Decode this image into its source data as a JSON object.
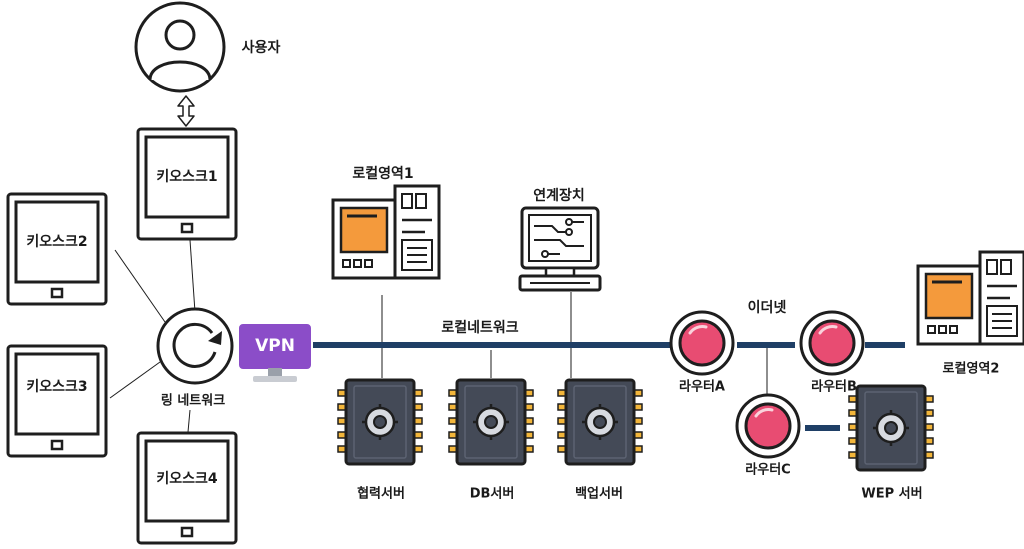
{
  "nodes": {
    "user": "사용자",
    "kiosk1": "키오스크1",
    "kiosk2": "키오스크2",
    "kiosk3": "키오스크3",
    "kiosk4": "키오스크4",
    "ring_network": "링 네트워크",
    "vpn": "VPN",
    "local_network": "로컬네트워크",
    "local_area1": "로컬영역1",
    "link_device": "연계장치",
    "coop_server": "협력서버",
    "db_server": "DB서버",
    "backup_server": "백업서버",
    "ethernet": "이더넷",
    "router_a": "라우터A",
    "router_b": "라우터B",
    "router_c": "라우터C",
    "local_area2": "로컬영역2",
    "wep_server": "WEP 서버"
  },
  "colors": {
    "outline": "#1e1e1e",
    "network_line": "#1f3f66",
    "router_fill": "#e84c72",
    "server_panel": "#f49a3c",
    "chip_body": "#444a57",
    "chip_pins": "#f3b63a",
    "vpn_purple": "#8b4dc8",
    "vpn_base": "#c9ccd2"
  },
  "icons": {
    "user": "user-icon",
    "kiosk": "tablet-icon",
    "ring": "refresh-ring-icon",
    "vpn": "vpn-monitor-icon",
    "server": "server-tower-icon",
    "link_device": "circuit-monitor-icon",
    "chip_server": "chip-gear-icon",
    "router": "router-button-icon"
  }
}
